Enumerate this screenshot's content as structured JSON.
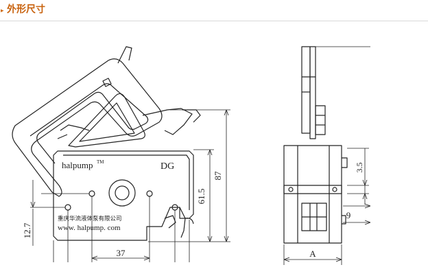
{
  "header": {
    "marker": "▸",
    "title": "外形尺寸"
  },
  "front_view": {
    "brand": "halpump",
    "trademark": "TM",
    "model": "DG",
    "company": "重庆华流液体泵有限公司",
    "website": "www. halpump. com"
  },
  "dimensions": {
    "height_overall": "87",
    "height_body": "61.5",
    "hole_spacing": "37",
    "hole_offset": "12.7",
    "side_offset_small": "3.5",
    "side_offset": "9",
    "side_width": "A"
  },
  "colors": {
    "header_text": "#c8610c",
    "line": "#222222"
  }
}
